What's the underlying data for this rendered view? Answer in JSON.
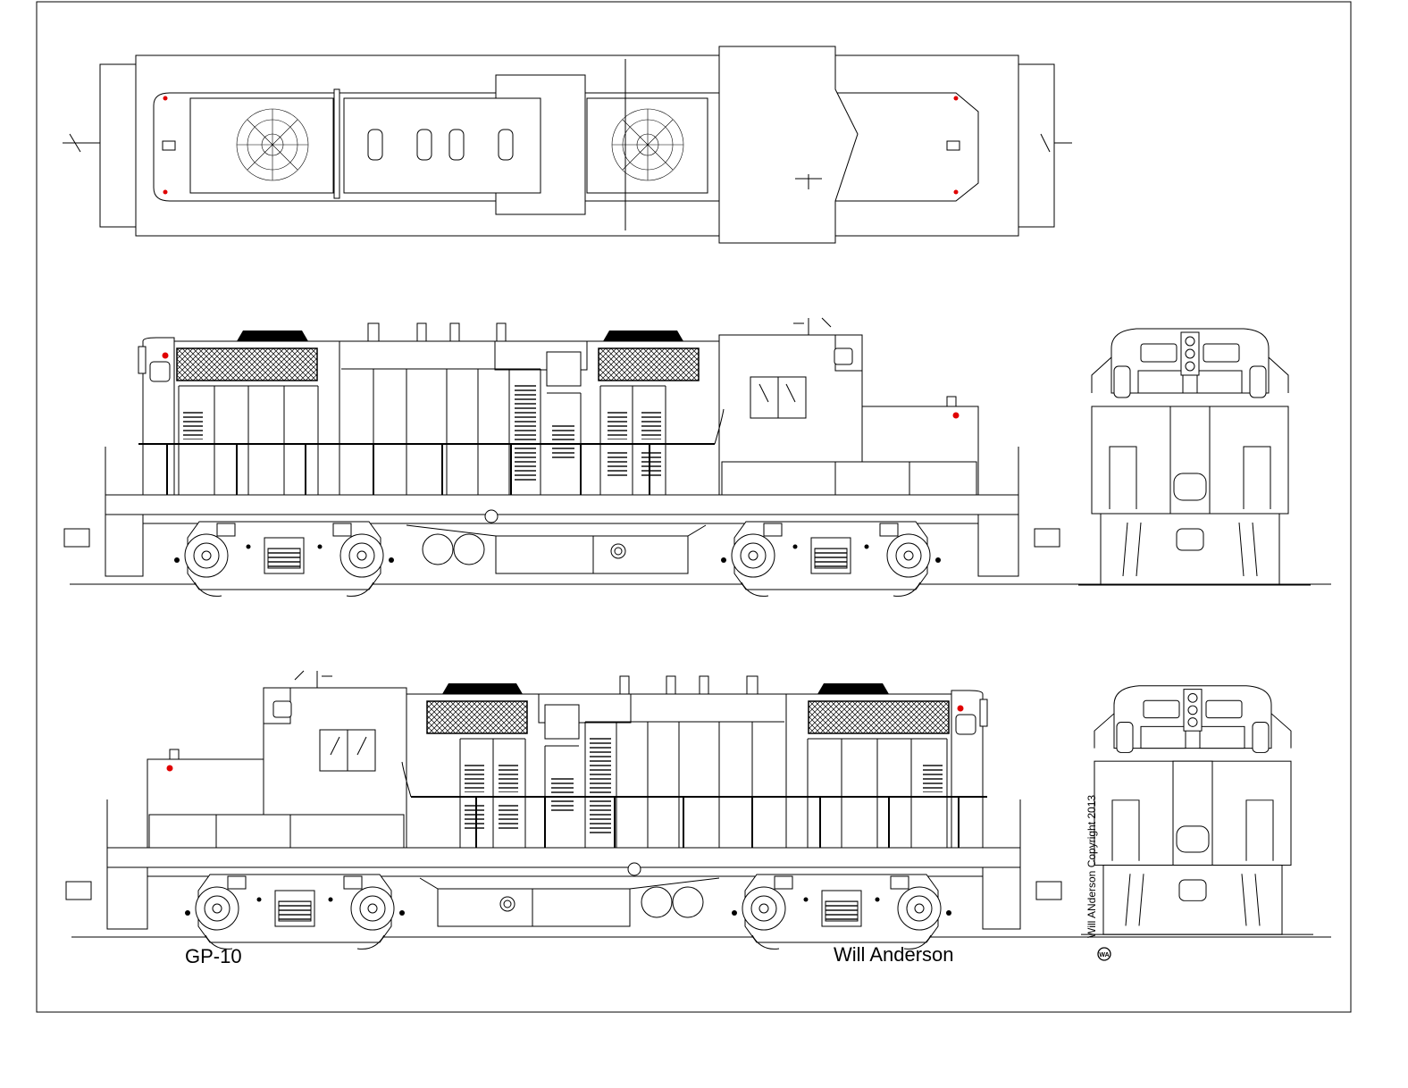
{
  "drawing": {
    "model_label": "GP-10",
    "author_label": "Will Anderson",
    "copyright_label": "Will ANderson Copyright 2013",
    "logo_text": "WA",
    "views": [
      "top",
      "left-side",
      "front",
      "right-side",
      "rear"
    ]
  },
  "colors": {
    "line": "#000000",
    "background": "#ffffff",
    "marker_light": "#e00000"
  }
}
